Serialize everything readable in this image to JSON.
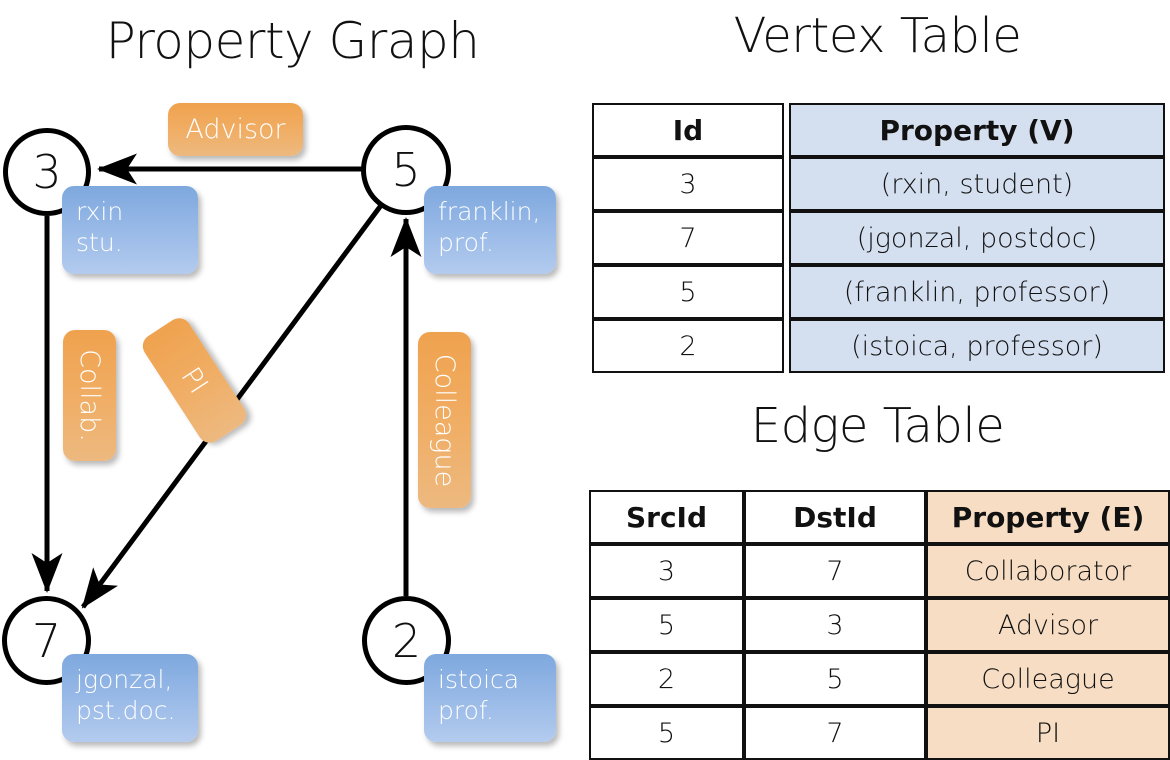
{
  "titles": {
    "property_graph": "Property Graph",
    "vertex_table": "Vertex Table",
    "edge_table": "Edge Table"
  },
  "graph": {
    "nodes": [
      {
        "id": "3",
        "label_line1": "rxin",
        "label_line2": "stu."
      },
      {
        "id": "5",
        "label_line1": "franklin,",
        "label_line2": "prof."
      },
      {
        "id": "7",
        "label_line1": "jgonzal,",
        "label_line2": "pst.doc."
      },
      {
        "id": "2",
        "label_line1": "istoica",
        "label_line2": "prof."
      }
    ],
    "edge_labels": [
      {
        "text": "Advisor",
        "orientation": "horizontal"
      },
      {
        "text": "Collab.",
        "orientation": "vertical"
      },
      {
        "text": "PI",
        "orientation": "rotated"
      },
      {
        "text": "Colleague",
        "orientation": "vertical"
      }
    ]
  },
  "vertex_table": {
    "headers": [
      "Id",
      "Property (V)"
    ],
    "rows": [
      {
        "id": "3",
        "property": "(rxin, student)"
      },
      {
        "id": "7",
        "property": "(jgonzal, postdoc)"
      },
      {
        "id": "5",
        "property": "(franklin, professor)"
      },
      {
        "id": "2",
        "property": "(istoica, professor)"
      }
    ]
  },
  "edge_table": {
    "headers": [
      "SrcId",
      "DstId",
      "Property (E)"
    ],
    "rows": [
      {
        "src": "3",
        "dst": "7",
        "property": "Collaborator"
      },
      {
        "src": "5",
        "dst": "3",
        "property": "Advisor"
      },
      {
        "src": "2",
        "dst": "5",
        "property": "Colleague"
      },
      {
        "src": "5",
        "dst": "7",
        "property": "PI"
      }
    ]
  },
  "colors": {
    "vertex_property_fill": "#d4dff0",
    "edge_property_fill": "#f6ddc3",
    "node_box_blue": "#7ea8de",
    "edge_label_orange": "#efa24e",
    "stroke": "#111111",
    "background": "#ffffff"
  }
}
